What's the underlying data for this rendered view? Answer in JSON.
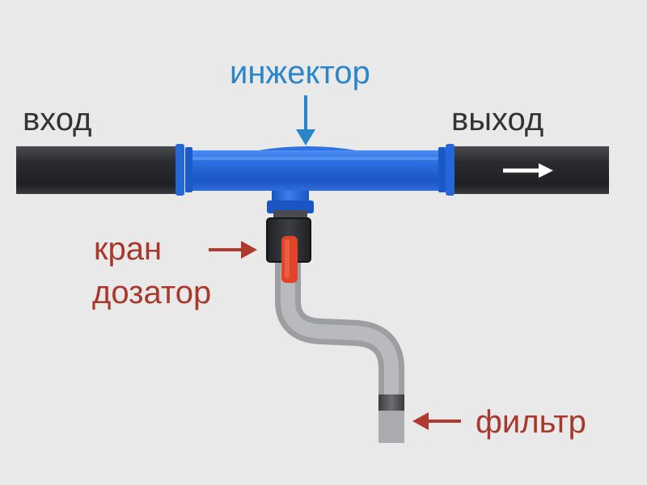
{
  "labels": {
    "inlet": "вход",
    "outlet": "выход",
    "injector": "инжектор",
    "valve_line1": "кран",
    "valve_line2": "дозатор",
    "filter": "фильтр"
  },
  "colors": {
    "background": "#e9e9ea",
    "pipe_dark": "#2e2f33",
    "injector_blue": "#1f63d6",
    "injector_label": "#2a86c8",
    "label_dark": "#333333",
    "label_red": "#a8382c",
    "arrow_red": "#b03a2e",
    "valve_handle": "#e2442a",
    "hose_gray": "#a9abae",
    "flow_arrow": "#ffffff"
  }
}
